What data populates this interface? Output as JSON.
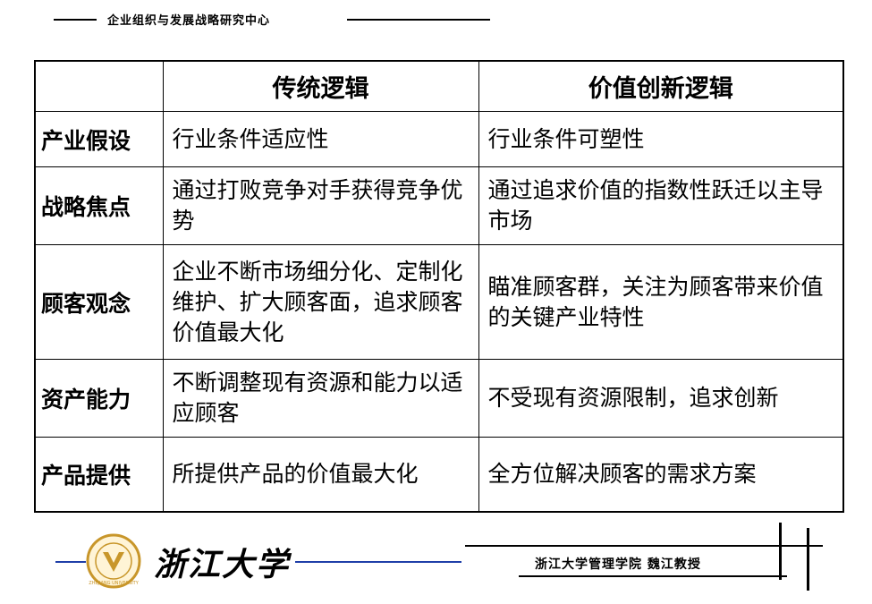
{
  "header": {
    "title": "企业组织与发展战略研究中心"
  },
  "table": {
    "columns": [
      "",
      "传统逻辑",
      "价值创新逻辑"
    ],
    "rows": [
      {
        "label": "产业假设",
        "traditional": "行业条件适应性",
        "innovation": "行业条件可塑性"
      },
      {
        "label": "战略焦点",
        "traditional": "通过打败竞争对手获得竞争优势",
        "innovation": "通过追求价值的指数性跃迁以主导市场"
      },
      {
        "label": "顾客观念",
        "traditional": "企业不断市场细分化、定制化维护、扩大顾客面，追求顾客价值最大化",
        "innovation": "瞄准顾客群，关注为顾客带来价值的关键产业特性"
      },
      {
        "label": "资产能力",
        "traditional": "不断调整现有资源和能力以适应顾客",
        "innovation": "不受现有资源限制，追求创新"
      },
      {
        "label": "产品提供",
        "traditional": "所提供产品的价值最大化",
        "innovation": "全方位解决顾客的需求方案"
      }
    ]
  },
  "footer": {
    "brand": "浙江大学",
    "seal_text": "ZHEJIANG UNIVERSITY",
    "credit": "浙江大学管理学院  魏江教授",
    "accent_color": "#1f3fa8",
    "seal_color": "#c8962a"
  }
}
